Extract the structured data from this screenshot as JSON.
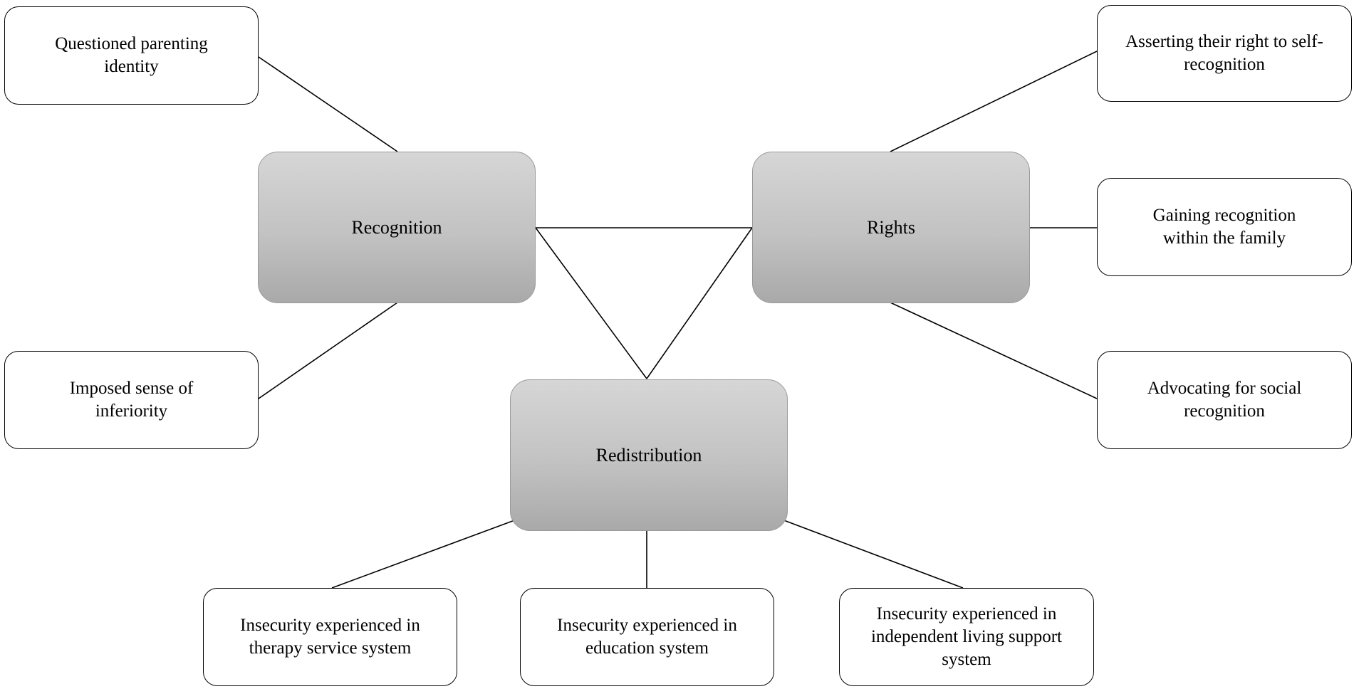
{
  "themes": {
    "recognition": "Recognition",
    "rights": "Rights",
    "redistribution": "Redistribution"
  },
  "recognition_subthemes": {
    "questioned_parenting_identity": "Questioned parenting identity",
    "imposed_sense_of_inferiority": "Imposed sense of inferiority"
  },
  "rights_subthemes": {
    "asserting_right": "Asserting their right to self-recognition",
    "gaining_recognition": "Gaining recognition within the family",
    "advocating": "Advocating for social recognition"
  },
  "redistribution_subthemes": {
    "therapy": "Insecurity experienced in therapy service system",
    "education": "Insecurity experienced in education system",
    "independent_living": "Insecurity experienced in independent living support system"
  }
}
